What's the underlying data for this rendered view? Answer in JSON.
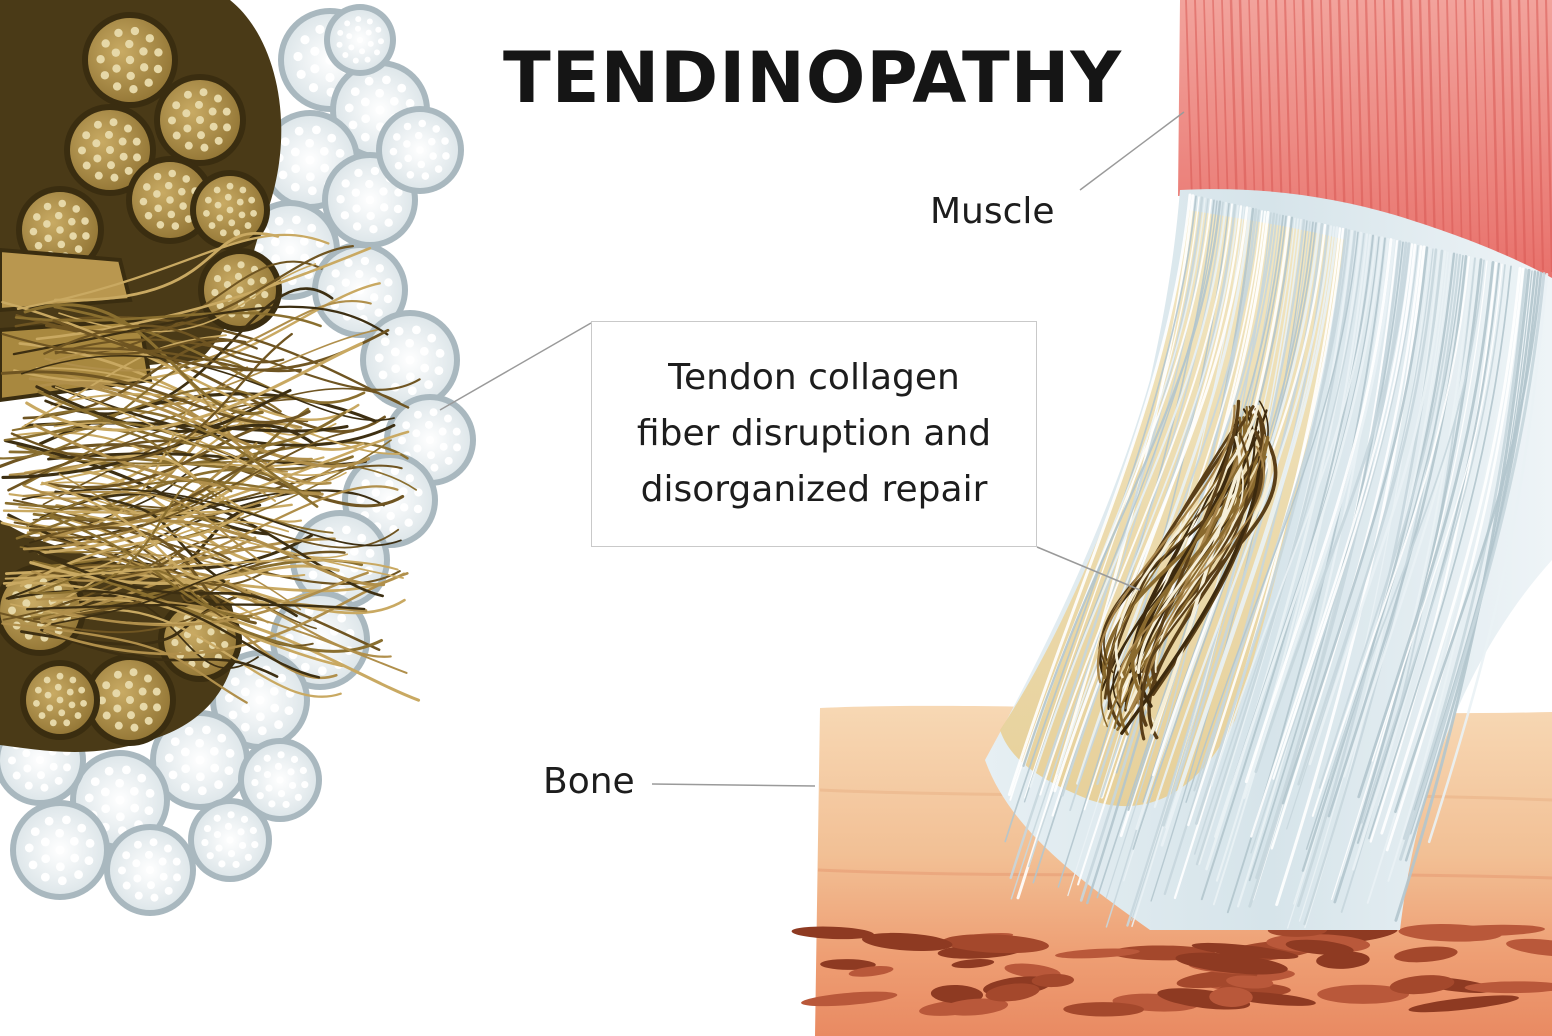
{
  "title": "TENDINOPATHY",
  "labels": {
    "muscle": "Muscle",
    "bone": "Bone",
    "callout": [
      "Tendon collagen",
      "fiber disruption and",
      "disorganized repair"
    ]
  },
  "colors": {
    "muscle": "#ec7f78",
    "healthy_tendon": "#dde9ee",
    "damaged_fascicle": "#a88b47",
    "frayed_fiber": "#8a6f2f",
    "bone_cortex": "#f3c59b",
    "bone_marrow": "#a4482c",
    "leader_line": "#9a9a9a"
  },
  "icons": {
    "fascicle_bundle": "fascicle-cross-section-illustration",
    "tendon_insertion": "tendon-insertion-illustration"
  }
}
